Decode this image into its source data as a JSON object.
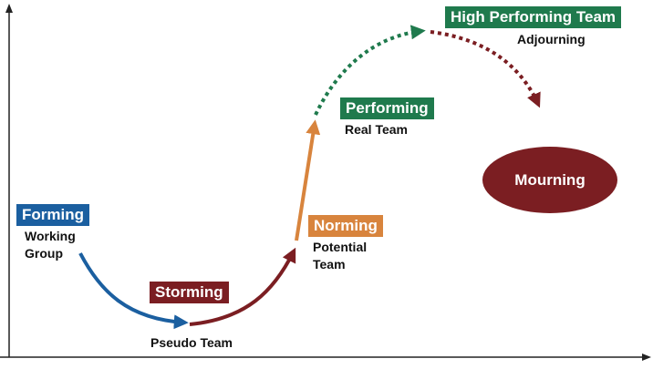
{
  "colors": {
    "forming": "#1b5fa0",
    "storming": "#7b1e22",
    "norming": "#d8843d",
    "performing": "#1f7a4d",
    "axis": "#222222"
  },
  "stages": {
    "forming": {
      "label": "Forming",
      "sub": "Working\nGroup"
    },
    "storming": {
      "label": "Storming",
      "sub": "Pseudo Team"
    },
    "norming": {
      "label": "Norming",
      "sub": "Potential\nTeam"
    },
    "performing": {
      "label": "Performing",
      "sub": "Real Team"
    },
    "high_performing": {
      "label": "High Performing Team",
      "sub": "Adjourning"
    },
    "mourning": {
      "label": "Mourning"
    }
  }
}
